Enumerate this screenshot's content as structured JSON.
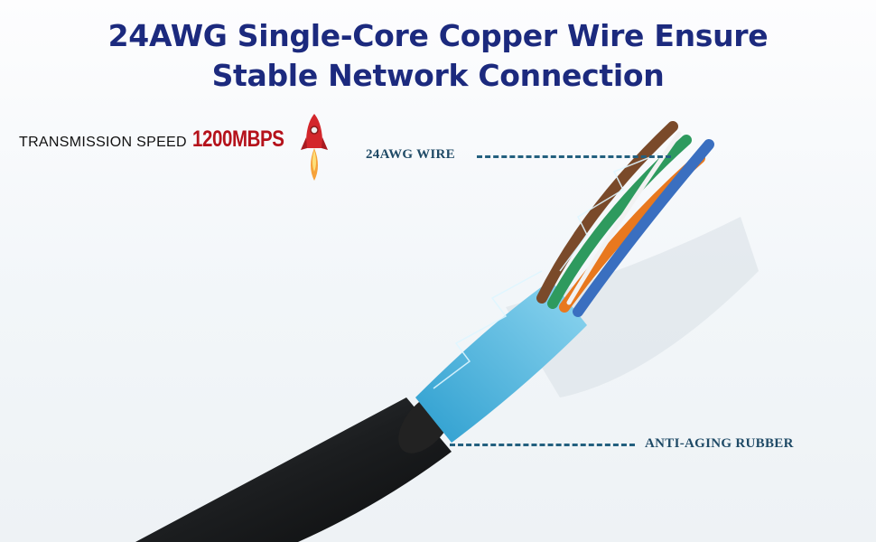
{
  "title": {
    "line1": "24AWG Single-Core Copper Wire Ensure",
    "line2": "Stable Network Connection"
  },
  "speed": {
    "label": "TRANSMISSION SPEED",
    "value": "1200MBPS",
    "icon": "rocket-icon"
  },
  "callouts": [
    {
      "label": "24AWG WIRE"
    },
    {
      "label": "ANTI-AGING RUBBER"
    }
  ],
  "colors": {
    "title": "#1c2a7e",
    "speed": "#b5121b",
    "callout": "#1f4a66"
  }
}
